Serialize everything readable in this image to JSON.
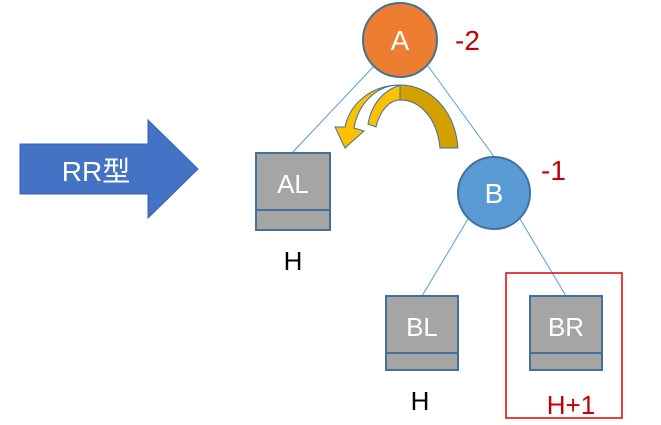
{
  "banner": {
    "label": "RR型",
    "color": "#4472C4"
  },
  "nodes": {
    "A": {
      "label": "A",
      "balance": "-2",
      "fill": "#ED7D31",
      "stroke": "#41719C"
    },
    "B": {
      "label": "B",
      "balance": "-1",
      "fill": "#5B9BD5",
      "stroke": "#41719C"
    }
  },
  "subtrees": {
    "AL": {
      "label": "AL",
      "height": "H"
    },
    "BL": {
      "label": "BL",
      "height": "H"
    },
    "BR": {
      "label": "BR",
      "height": "H+1",
      "highlighted": true
    }
  },
  "colors": {
    "balance_text": "#C00000",
    "height_text": "#000000",
    "highlight_text": "#C00000",
    "highlight_box": "#E00000",
    "subtree_fill": "#A5A5A5",
    "subtree_stroke": "#41719C",
    "edge": "#5B9BD5",
    "rotation_arrow": "#FFC000",
    "rotation_arrow_dark": "#D4A000"
  }
}
